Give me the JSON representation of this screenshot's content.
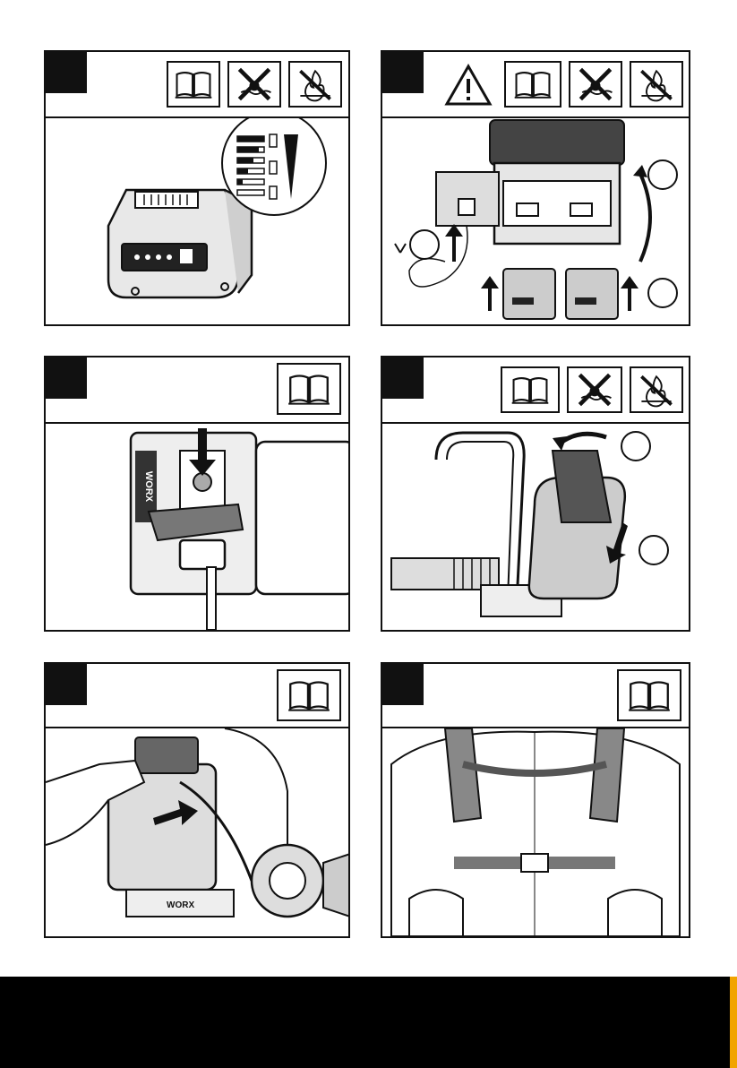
{
  "icons": {
    "manual": "read-manual-icon",
    "no_rain": "do-not-expose-to-rain-icon",
    "no_fire": "do-not-burn-icon",
    "warning": "warning-triangle-icon"
  },
  "panels": [
    {
      "step": "",
      "icons": [
        "manual",
        "no_rain",
        "no_fire"
      ]
    },
    {
      "step": "",
      "icons": [
        "warning",
        "manual",
        "no_rain",
        "no_fire"
      ]
    },
    {
      "step": "",
      "icons": [
        "manual"
      ]
    },
    {
      "step": "",
      "icons": [
        "manual",
        "no_rain",
        "no_fire"
      ]
    },
    {
      "step": "",
      "icons": [
        "manual"
      ]
    },
    {
      "step": "",
      "icons": [
        "manual"
      ]
    }
  ],
  "brand_text": "WORX",
  "colors": {
    "footer": "#000000",
    "accent": "#f2a400",
    "ink": "#111111"
  }
}
